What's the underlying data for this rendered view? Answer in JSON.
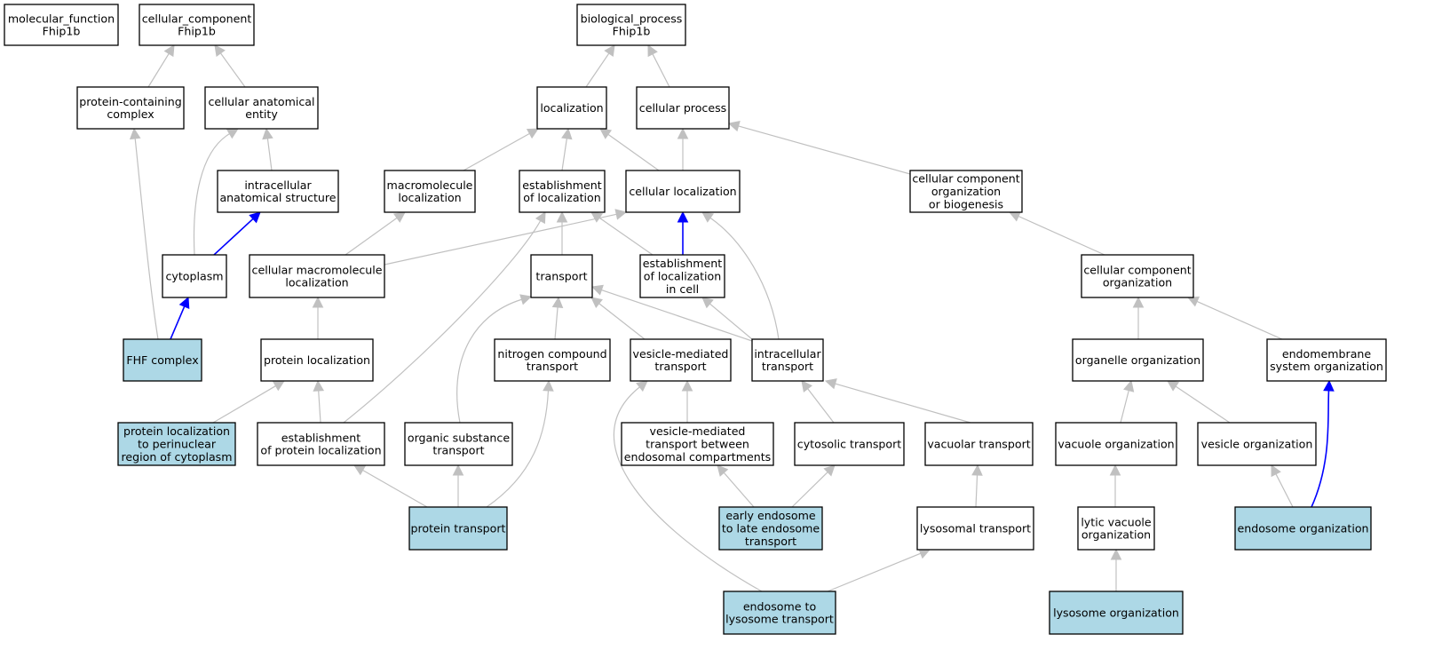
{
  "colors": {
    "highlight_fill": "#add8e6",
    "default_fill": "#ffffff",
    "edge_gray": "#c0c0c0",
    "edge_blue": "#0000ff",
    "border": "#000000"
  },
  "nodes": [
    {
      "id": "mf",
      "lines": [
        "molecular_function",
        "Fhip1b"
      ],
      "highlight": false
    },
    {
      "id": "cc",
      "lines": [
        "cellular_component",
        "Fhip1b"
      ],
      "highlight": false
    },
    {
      "id": "bp",
      "lines": [
        "biological_process",
        "Fhip1b"
      ],
      "highlight": false
    },
    {
      "id": "pcc",
      "lines": [
        "protein-containing",
        "complex"
      ],
      "highlight": false
    },
    {
      "id": "cae",
      "lines": [
        "cellular anatomical",
        "entity"
      ],
      "highlight": false
    },
    {
      "id": "loc",
      "lines": [
        "localization"
      ],
      "highlight": false
    },
    {
      "id": "cp",
      "lines": [
        "cellular process"
      ],
      "highlight": false
    },
    {
      "id": "ias",
      "lines": [
        "intracellular",
        "anatomical structure"
      ],
      "highlight": false
    },
    {
      "id": "ml",
      "lines": [
        "macromolecule",
        "localization"
      ],
      "highlight": false
    },
    {
      "id": "eol",
      "lines": [
        "establishment",
        "of localization"
      ],
      "highlight": false
    },
    {
      "id": "cl",
      "lines": [
        "cellular localization"
      ],
      "highlight": false
    },
    {
      "id": "ccob",
      "lines": [
        "cellular component",
        "organization",
        "or biogenesis"
      ],
      "highlight": false
    },
    {
      "id": "cyt",
      "lines": [
        "cytoplasm"
      ],
      "highlight": false
    },
    {
      "id": "cml",
      "lines": [
        "cellular macromolecule",
        "localization"
      ],
      "highlight": false
    },
    {
      "id": "tr",
      "lines": [
        "transport"
      ],
      "highlight": false
    },
    {
      "id": "eolc",
      "lines": [
        "establishment",
        "of localization",
        "in cell"
      ],
      "highlight": false
    },
    {
      "id": "cco",
      "lines": [
        "cellular component",
        "organization"
      ],
      "highlight": false
    },
    {
      "id": "fhf",
      "lines": [
        "FHF complex"
      ],
      "highlight": true
    },
    {
      "id": "pl",
      "lines": [
        "protein localization"
      ],
      "highlight": false
    },
    {
      "id": "nct",
      "lines": [
        "nitrogen compound",
        "transport"
      ],
      "highlight": false
    },
    {
      "id": "vmt",
      "lines": [
        "vesicle-mediated",
        "transport"
      ],
      "highlight": false
    },
    {
      "id": "it",
      "lines": [
        "intracellular",
        "transport"
      ],
      "highlight": false
    },
    {
      "id": "oo",
      "lines": [
        "organelle organization"
      ],
      "highlight": false
    },
    {
      "id": "eso",
      "lines": [
        "endomembrane",
        "system organization"
      ],
      "highlight": false
    },
    {
      "id": "plp",
      "lines": [
        "protein localization",
        "to perinuclear",
        "region of cytoplasm"
      ],
      "highlight": true
    },
    {
      "id": "epl",
      "lines": [
        "establishment",
        "of protein localization"
      ],
      "highlight": false
    },
    {
      "id": "ost",
      "lines": [
        "organic substance",
        "transport"
      ],
      "highlight": false
    },
    {
      "id": "vmtec",
      "lines": [
        "vesicle-mediated",
        "transport between",
        "endosomal compartments"
      ],
      "highlight": false
    },
    {
      "id": "ctr",
      "lines": [
        "cytosolic transport"
      ],
      "highlight": false
    },
    {
      "id": "vtr",
      "lines": [
        "vacuolar transport"
      ],
      "highlight": false
    },
    {
      "id": "vo",
      "lines": [
        "vacuole organization"
      ],
      "highlight": false
    },
    {
      "id": "veo",
      "lines": [
        "vesicle organization"
      ],
      "highlight": false
    },
    {
      "id": "pt",
      "lines": [
        "protein transport"
      ],
      "highlight": true
    },
    {
      "id": "eelet",
      "lines": [
        "early endosome",
        "to late endosome",
        "transport"
      ],
      "highlight": true
    },
    {
      "id": "lt",
      "lines": [
        "lysosomal transport"
      ],
      "highlight": false
    },
    {
      "id": "lvo",
      "lines": [
        "lytic vacuole",
        "organization"
      ],
      "highlight": false
    },
    {
      "id": "eo",
      "lines": [
        "endosome organization"
      ],
      "highlight": true
    },
    {
      "id": "elt",
      "lines": [
        "endosome to",
        "lysosome transport"
      ],
      "highlight": true
    },
    {
      "id": "lo",
      "lines": [
        "lysosome organization"
      ],
      "highlight": true
    }
  ],
  "edges": [
    {
      "from": "pcc",
      "to": "cc",
      "color": "gray"
    },
    {
      "from": "cae",
      "to": "cc",
      "color": "gray"
    },
    {
      "from": "loc",
      "to": "bp",
      "color": "gray"
    },
    {
      "from": "cp",
      "to": "bp",
      "color": "gray"
    },
    {
      "from": "ias",
      "to": "cae",
      "color": "gray"
    },
    {
      "from": "cyt",
      "to": "cae",
      "color": "gray"
    },
    {
      "from": "cyt",
      "to": "ias",
      "color": "blue"
    },
    {
      "from": "fhf",
      "to": "pcc",
      "color": "gray"
    },
    {
      "from": "fhf",
      "to": "cyt",
      "color": "blue"
    },
    {
      "from": "ml",
      "to": "loc",
      "color": "gray"
    },
    {
      "from": "eol",
      "to": "loc",
      "color": "gray"
    },
    {
      "from": "cl",
      "to": "loc",
      "color": "gray"
    },
    {
      "from": "cl",
      "to": "cp",
      "color": "gray"
    },
    {
      "from": "ccob",
      "to": "cp",
      "color": "gray"
    },
    {
      "from": "cml",
      "to": "ml",
      "color": "gray"
    },
    {
      "from": "cml",
      "to": "cl",
      "color": "gray"
    },
    {
      "from": "tr",
      "to": "eol",
      "color": "gray"
    },
    {
      "from": "eolc",
      "to": "eol",
      "color": "gray"
    },
    {
      "from": "eolc",
      "to": "cl",
      "color": "blue"
    },
    {
      "from": "cco",
      "to": "ccob",
      "color": "gray"
    },
    {
      "from": "pl",
      "to": "cml",
      "color": "gray"
    },
    {
      "from": "nct",
      "to": "tr",
      "color": "gray"
    },
    {
      "from": "vmt",
      "to": "tr",
      "color": "gray"
    },
    {
      "from": "it",
      "to": "tr",
      "color": "gray"
    },
    {
      "from": "it",
      "to": "eolc",
      "color": "gray"
    },
    {
      "from": "it",
      "to": "cl",
      "color": "gray"
    },
    {
      "from": "oo",
      "to": "cco",
      "color": "gray"
    },
    {
      "from": "eso",
      "to": "cco",
      "color": "gray"
    },
    {
      "from": "plp",
      "to": "pl",
      "color": "gray"
    },
    {
      "from": "epl",
      "to": "pl",
      "color": "gray"
    },
    {
      "from": "epl",
      "to": "eol",
      "color": "gray"
    },
    {
      "from": "ost",
      "to": "tr",
      "color": "gray"
    },
    {
      "from": "vmtec",
      "to": "vmt",
      "color": "gray"
    },
    {
      "from": "ctr",
      "to": "it",
      "color": "gray"
    },
    {
      "from": "vtr",
      "to": "it",
      "color": "gray"
    },
    {
      "from": "vo",
      "to": "oo",
      "color": "gray"
    },
    {
      "from": "veo",
      "to": "oo",
      "color": "gray"
    },
    {
      "from": "pt",
      "to": "epl",
      "color": "gray"
    },
    {
      "from": "pt",
      "to": "ost",
      "color": "gray"
    },
    {
      "from": "pt",
      "to": "nct",
      "color": "gray"
    },
    {
      "from": "eelet",
      "to": "vmtec",
      "color": "gray"
    },
    {
      "from": "eelet",
      "to": "ctr",
      "color": "gray"
    },
    {
      "from": "lt",
      "to": "vtr",
      "color": "gray"
    },
    {
      "from": "lvo",
      "to": "vo",
      "color": "gray"
    },
    {
      "from": "eo",
      "to": "veo",
      "color": "gray"
    },
    {
      "from": "eo",
      "to": "eso",
      "color": "blue"
    },
    {
      "from": "elt",
      "to": "vmt",
      "color": "gray"
    },
    {
      "from": "elt",
      "to": "lt",
      "color": "gray"
    },
    {
      "from": "lo",
      "to": "lvo",
      "color": "gray"
    }
  ]
}
